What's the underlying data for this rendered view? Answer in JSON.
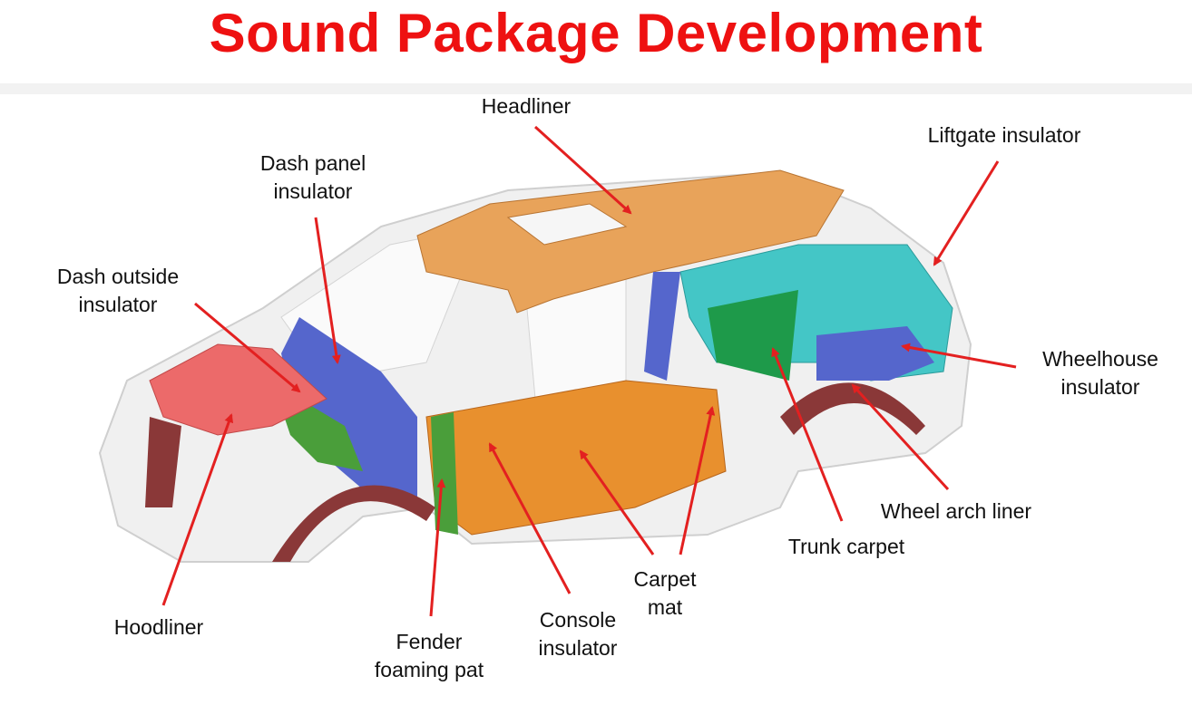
{
  "title": "Sound Package Development",
  "colors": {
    "title": "#ee1111",
    "arrow": "#e32020",
    "headliner": "#e8a35a",
    "carpet": "#e8902e",
    "hoodliner": "#ec6a6a",
    "wheelhouse": "#5566cc",
    "trunk": "#44c6c6",
    "dash": "#4a9e3a",
    "arch": "#8a3838"
  },
  "labels": {
    "headliner": "Headliner",
    "liftgate": "Liftgate insulator",
    "dash_panel": [
      "Dash panel",
      "insulator"
    ],
    "dash_outside": [
      "Dash outside",
      "insulator"
    ],
    "wheelhouse": [
      "Wheelhouse",
      "insulator"
    ],
    "wheel_arch": "Wheel arch liner",
    "trunk_carpet": "Trunk carpet",
    "carpet_mat": [
      "Carpet",
      "mat"
    ],
    "console": [
      "Console",
      "insulator"
    ],
    "fender": [
      "Fender",
      "foaming pat"
    ],
    "hoodliner": "Hoodliner"
  }
}
